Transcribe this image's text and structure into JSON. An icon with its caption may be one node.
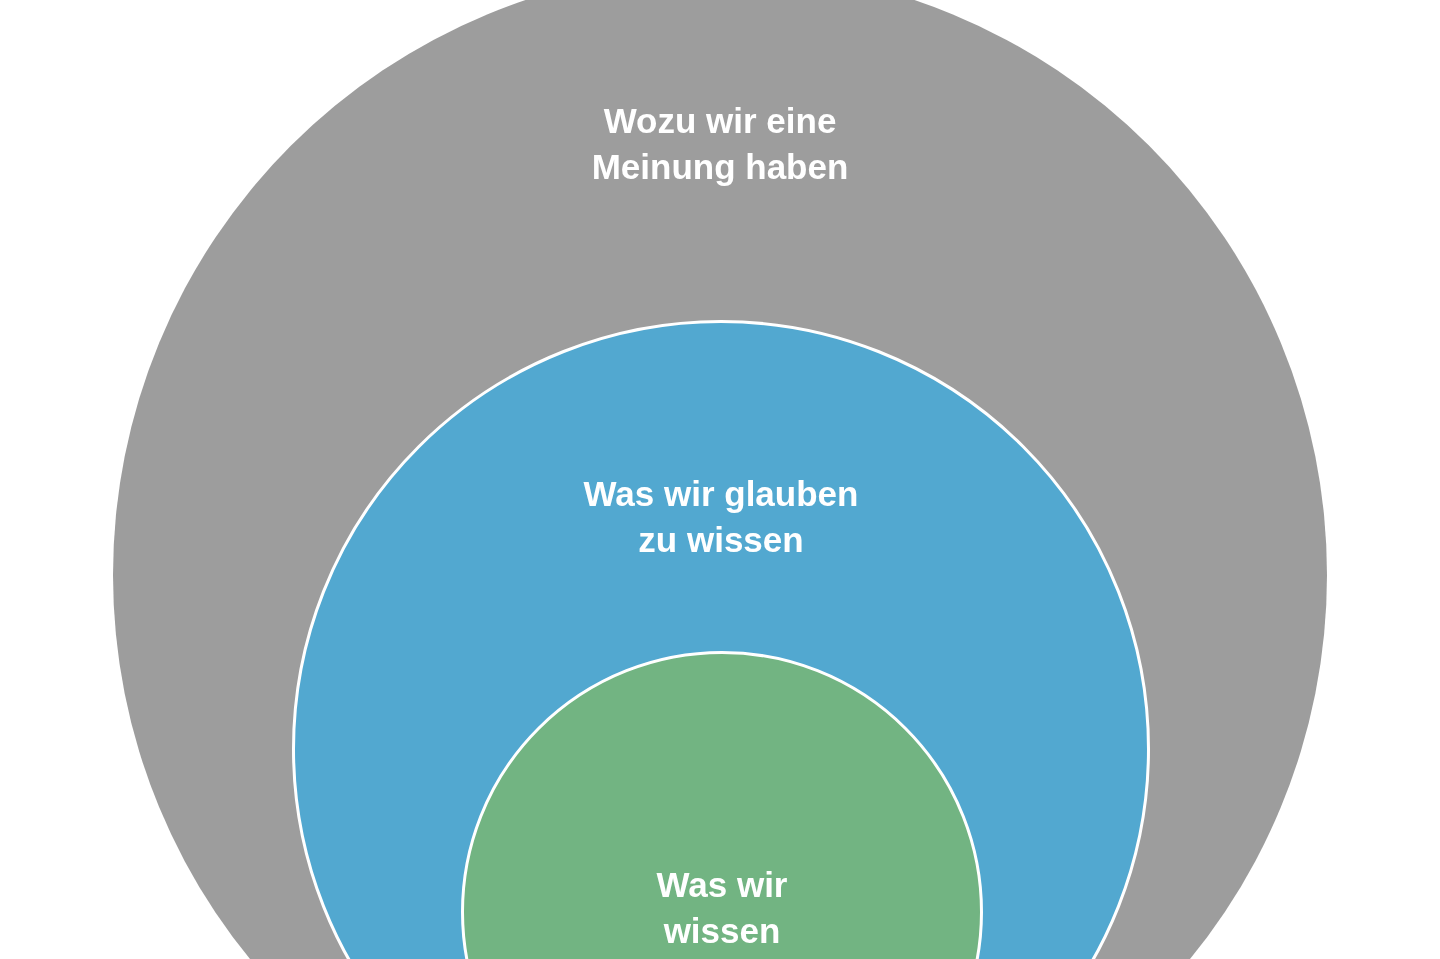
{
  "diagram": {
    "nodes": [
      {
        "text": [
          "Wozu wir eine Meinung haben"
        ]
      },
      {
        "text": [
          "Was wir glauben zu wissen"
        ],
        "in": 0
      },
      {
        "text": [
          "Was wir wissen"
        ],
        "in": 1
      }
    ]
  }
}
